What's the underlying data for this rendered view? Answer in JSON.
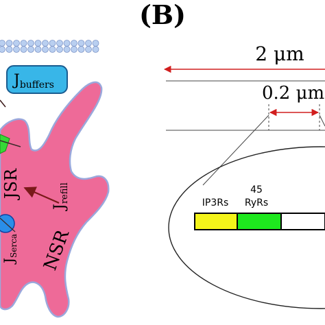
{
  "panel_label": "(B)",
  "left": {
    "flux_buffers": {
      "main": "J",
      "sub": "buffers"
    },
    "flux_refill": {
      "main": "J",
      "sub": "refill"
    },
    "flux_serca": {
      "main": "J",
      "sub": "Serca"
    },
    "label_jsr": "JSR",
    "label_nsr": "NSR"
  },
  "right": {
    "scale_large": "2 μm",
    "scale_small": "0.2 μm",
    "channel_left_label": "IP3Rs",
    "channel_right_count": "45",
    "channel_right_label": "RyRs"
  },
  "colors": {
    "sr_pink": "#ee6a98",
    "sr_outline": "#9aa8dc",
    "buffer_box": "#38b6e8",
    "membrane": "#b9cff0",
    "arrow_red": "#d11e1e",
    "arrow_dark": "#8a1e1e",
    "ip3r_yellow": "#f4f41a",
    "ryr_green": "#1ee81e"
  }
}
